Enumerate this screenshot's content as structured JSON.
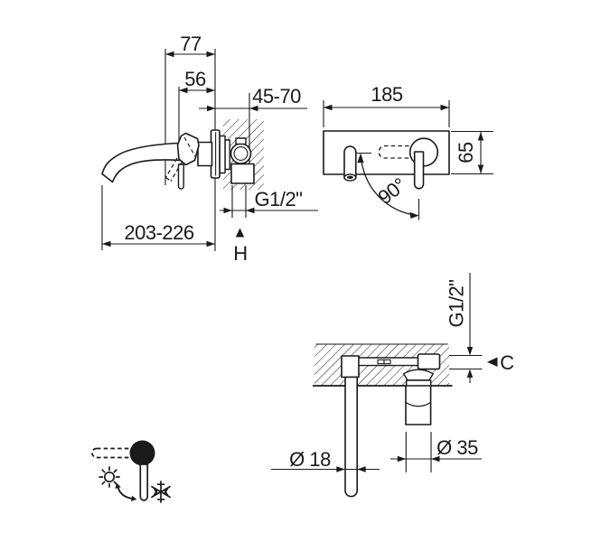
{
  "colors": {
    "line": "#1a1a1a",
    "background": "#ffffff"
  },
  "views": {
    "side_section": {
      "dim_max_projection": "77",
      "dim_spout_projection": "56",
      "dim_installation_depth": "45-70",
      "dim_total_reach": "203-226",
      "dim_thread": "G1/2\"",
      "hot_inlet_marker": "H"
    },
    "front": {
      "dim_plate_width": "185",
      "dim_plate_height": "65",
      "dim_handle_rotation": "90°"
    },
    "top_section": {
      "dim_thread": "G1/2\"",
      "dim_wall_clearance": "C",
      "dim_spout_diameter": "Ø 18",
      "dim_handle_diameter": "Ø 35"
    },
    "temperature_legend": {
      "hot_icon": "sun-icon",
      "cold_icon": "snowflake-icon",
      "rotation_icon": "curved-double-arrow-icon"
    }
  }
}
